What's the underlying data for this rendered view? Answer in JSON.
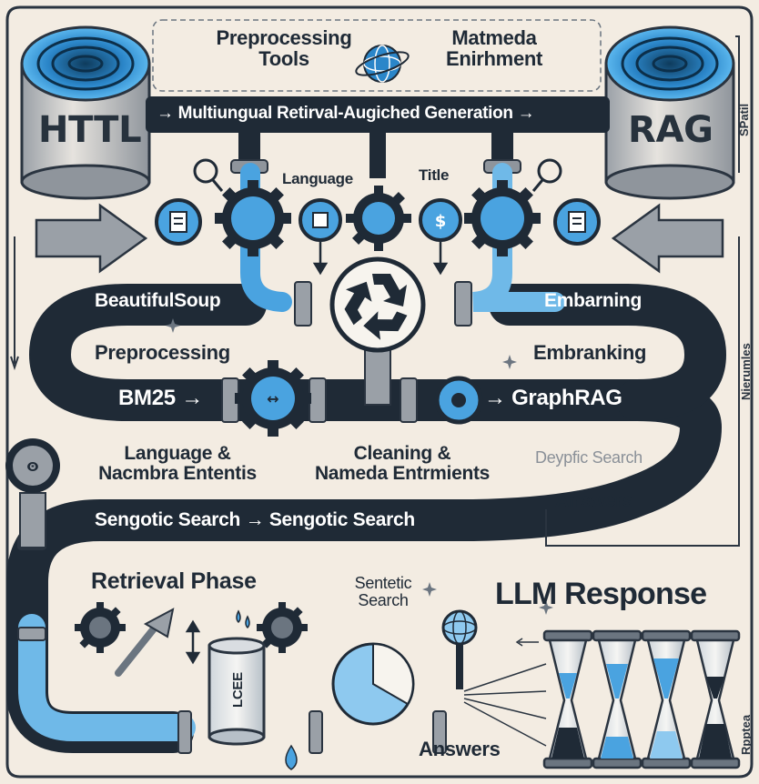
{
  "drums": {
    "left_label": "HTTL",
    "right_label": "RAG"
  },
  "header": {
    "preprocessing_tools": "Preprocessing\nTools",
    "metadata_enrichment": "Matmeda\nEnirhment",
    "banner": "→ Multiungual Retirval-Augiched Generation →"
  },
  "stations": {
    "language": "Language",
    "title": "Title"
  },
  "loop": {
    "beautifulsoup": "BeautifulSoup",
    "embarning": "Embarning",
    "preprocessing": "Preprocessing",
    "embranking": "Embranking",
    "bm25": "BM25 →",
    "graphrag": "→ GraphRAG",
    "answers_upper": "Answers",
    "semantic_search": "Sengotic Search → Sengotic Search"
  },
  "middle": {
    "language_entities": "Language &\nNacmbra Ententis",
    "cleaning_entities": "Cleaning &\nNameda Entrmients",
    "dynamic_search": "Deypfic Search"
  },
  "bottom": {
    "retrieval_phase": "Retrieval Phase",
    "sentetic_search": "Sentetic\nSearch",
    "llm_response": "LLM Response",
    "answers": "Answers",
    "tank_label": "LCEE"
  },
  "side_labels": {
    "right_top": "SPatil",
    "right_mid": "Nierumles",
    "right_bottom": "Rpptea"
  },
  "colors": {
    "background": "#f3ece2",
    "pipe_dark": "#1f2a36",
    "accent_blue": "#4aa3e0",
    "light_blue": "#8ec9ef"
  }
}
